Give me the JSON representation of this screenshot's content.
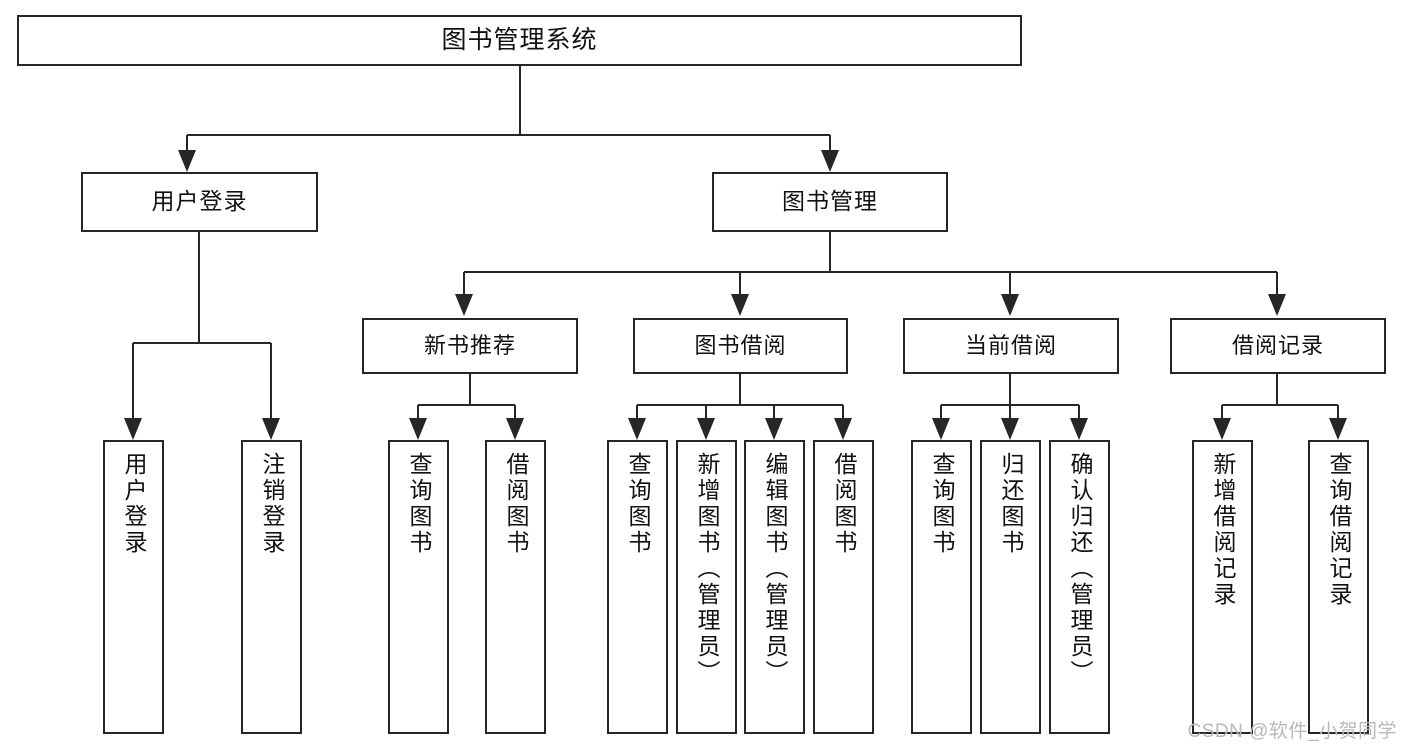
{
  "diagram": {
    "title": "图书管理系统",
    "type": "functional-structure-tree",
    "colors": {
      "stroke": "#262626",
      "box_fill": "#ffffff",
      "text": "#111111",
      "watermark": "#b9b9b9",
      "background": "#ffffff"
    },
    "watermark": "CSDN @软件_小贺同学",
    "nodes": {
      "root": {
        "label": "图书管理系统"
      },
      "level1": [
        {
          "id": "user-login",
          "label": "用户登录"
        },
        {
          "id": "book-management",
          "label": "图书管理"
        }
      ],
      "level2": [
        {
          "id": "new-book-recommend",
          "label": "新书推荐",
          "parent": "book-management"
        },
        {
          "id": "book-borrow",
          "label": "图书借阅",
          "parent": "book-management"
        },
        {
          "id": "current-borrow",
          "label": "当前借阅",
          "parent": "book-management"
        },
        {
          "id": "borrow-record",
          "label": "借阅记录",
          "parent": "book-management"
        }
      ],
      "leaves": [
        {
          "id": "leaf-user-login",
          "label": "用户登录",
          "parent": "user-login"
        },
        {
          "id": "leaf-user-logout",
          "label": "注销登录",
          "parent": "user-login"
        },
        {
          "id": "leaf-query-book-1",
          "label": "查询图书",
          "parent": "new-book-recommend"
        },
        {
          "id": "leaf-borrow-book-1",
          "label": "借阅图书",
          "parent": "new-book-recommend"
        },
        {
          "id": "leaf-query-book-2",
          "label": "查询图书",
          "parent": "book-borrow"
        },
        {
          "id": "leaf-add-book",
          "label": "新增图书（管理员）",
          "parent": "book-borrow"
        },
        {
          "id": "leaf-edit-book",
          "label": "编辑图书（管理员）",
          "parent": "book-borrow"
        },
        {
          "id": "leaf-borrow-book-2",
          "label": "借阅图书",
          "parent": "book-borrow"
        },
        {
          "id": "leaf-query-book-3",
          "label": "查询图书",
          "parent": "current-borrow"
        },
        {
          "id": "leaf-return-book",
          "label": "归还图书",
          "parent": "current-borrow"
        },
        {
          "id": "leaf-confirm-return",
          "label": "确认归还（管理员）",
          "parent": "current-borrow"
        },
        {
          "id": "leaf-add-record",
          "label": "新增借阅记录",
          "parent": "borrow-record"
        },
        {
          "id": "leaf-query-record",
          "label": "查询借阅记录",
          "parent": "borrow-record"
        }
      ]
    }
  }
}
